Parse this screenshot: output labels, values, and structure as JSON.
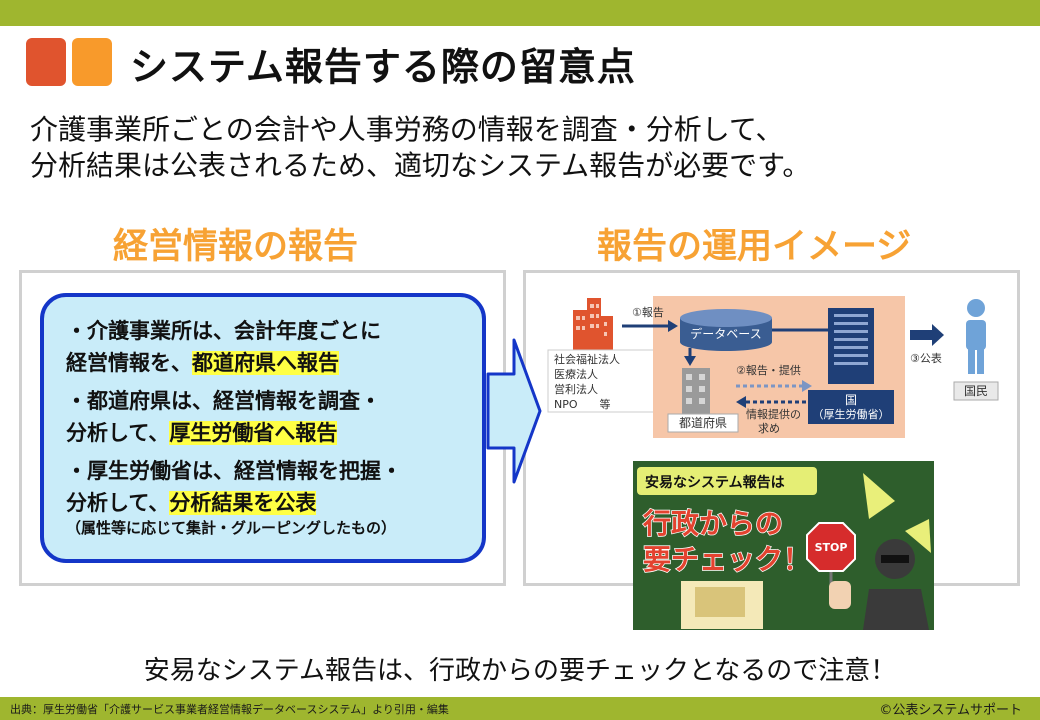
{
  "colors": {
    "bar": "#9fb62f",
    "orange_dark": "#e0542e",
    "orange_light": "#f89a2b",
    "heading": "#f7a234",
    "card_border": "#1436c8",
    "card_fill": "#c9ecf9",
    "highlight": "#ffff44",
    "panel_border": "#d0d0d0"
  },
  "title": "システム報告する際の留意点",
  "intro": {
    "line1": "介護事業所ごとの会計や人事労務の情報を調査・分析して、",
    "line2": "分析結果は公表されるため、適切なシステム報告が必要です。"
  },
  "left": {
    "heading": "経営情報の報告",
    "points": [
      {
        "line1": "・介護事業所は、会計年度ごとに",
        "line2_pre": "経営情報を、",
        "line2_hl": "都道府県へ報告"
      },
      {
        "line1": "・都道府県は、経営情報を調査・",
        "line2_pre": "分析して、",
        "line2_hl": "厚生労働省へ報告"
      },
      {
        "line1": "・厚生労働省は、経営情報を把握・",
        "line2_pre": "分析して、",
        "line2_hl": "分析結果を公表"
      }
    ],
    "note": "（属性等に応じて集計・グルーピングしたもの）"
  },
  "right": {
    "heading": "報告の運用イメージ",
    "diagram": {
      "step1": "①報告",
      "db": "データベース",
      "step2": "②報告・提供",
      "step3": "③公表",
      "corp1": "社会福祉法人",
      "corp2": "医療法人",
      "corp3": "営利法人",
      "corp4": "NPO　　等",
      "pref": "都道府県",
      "request1": "情報提供の",
      "request2": "求め",
      "nation1": "国",
      "nation2": "（厚生労働省）",
      "people": "国民"
    },
    "illus": {
      "caption": "安易なシステム報告は",
      "big1": "行政からの",
      "big2": "要チェック！",
      "stop": "STOP"
    }
  },
  "footer": "安易なシステム報告は、行政からの要チェックとなるので注意！",
  "source": "出典：厚生労働省「介護サービス事業者経営情報データベースシステム」より引用・編集",
  "copyright": "©公表システムサポート"
}
